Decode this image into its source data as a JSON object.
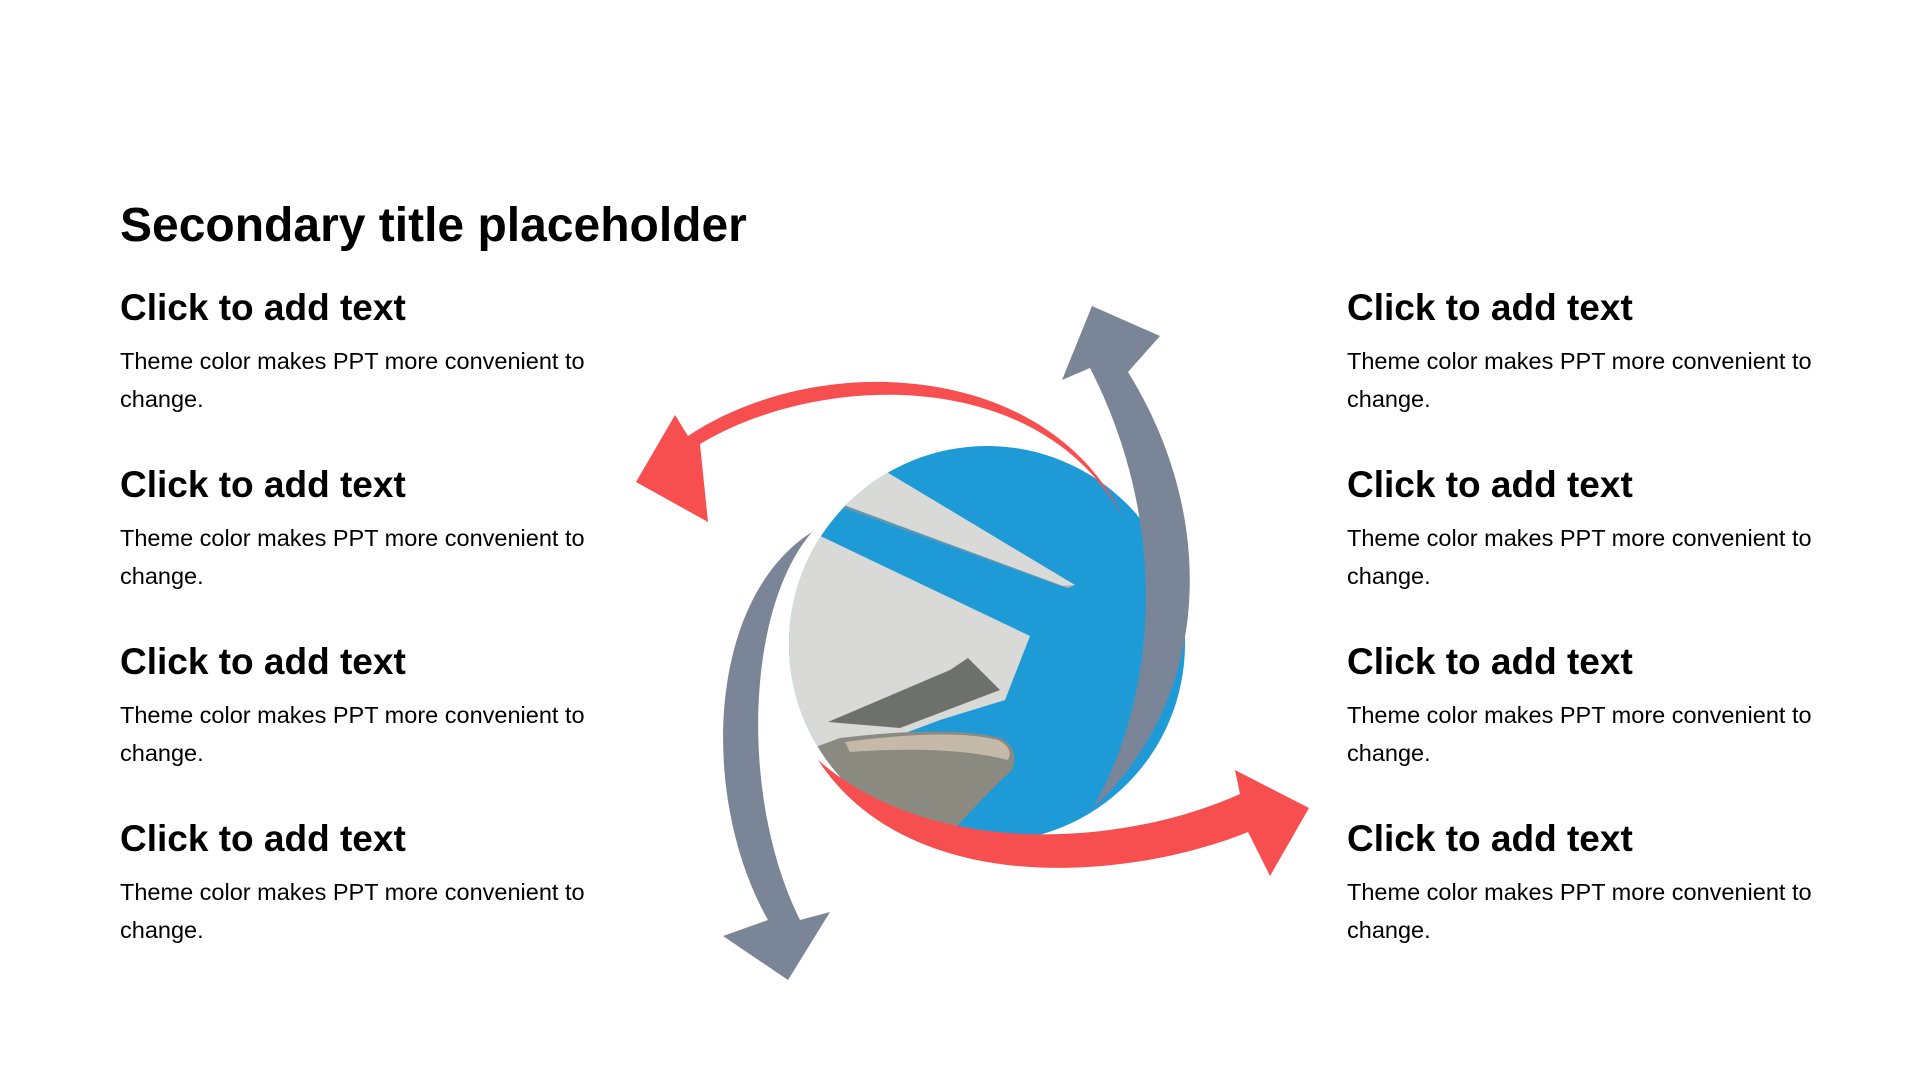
{
  "title": "Secondary title placeholder",
  "left_items": [
    {
      "heading": "Click to add text",
      "body": "Theme color makes PPT more convenient to change."
    },
    {
      "heading": "Click to add text",
      "body": "Theme color makes PPT more convenient to change."
    },
    {
      "heading": "Click to add text",
      "body": "Theme color makes PPT more convenient to change."
    },
    {
      "heading": "Click to add text",
      "body": "Theme color makes PPT more convenient to change."
    }
  ],
  "right_items": [
    {
      "heading": "Click to add text",
      "body": "Theme color makes PPT more convenient to change."
    },
    {
      "heading": "Click to add text",
      "body": "Theme color makes PPT more convenient to change."
    },
    {
      "heading": "Click to add text",
      "body": "Theme color makes PPT more convenient to change."
    },
    {
      "heading": "Click to add text",
      "body": "Theme color makes PPT more convenient to change."
    }
  ],
  "colors": {
    "accent_red": "#F74F4F",
    "accent_slate": "#7A8698",
    "photo_sky": "#1E9BD7",
    "photo_concrete": "#D9DAD8"
  }
}
